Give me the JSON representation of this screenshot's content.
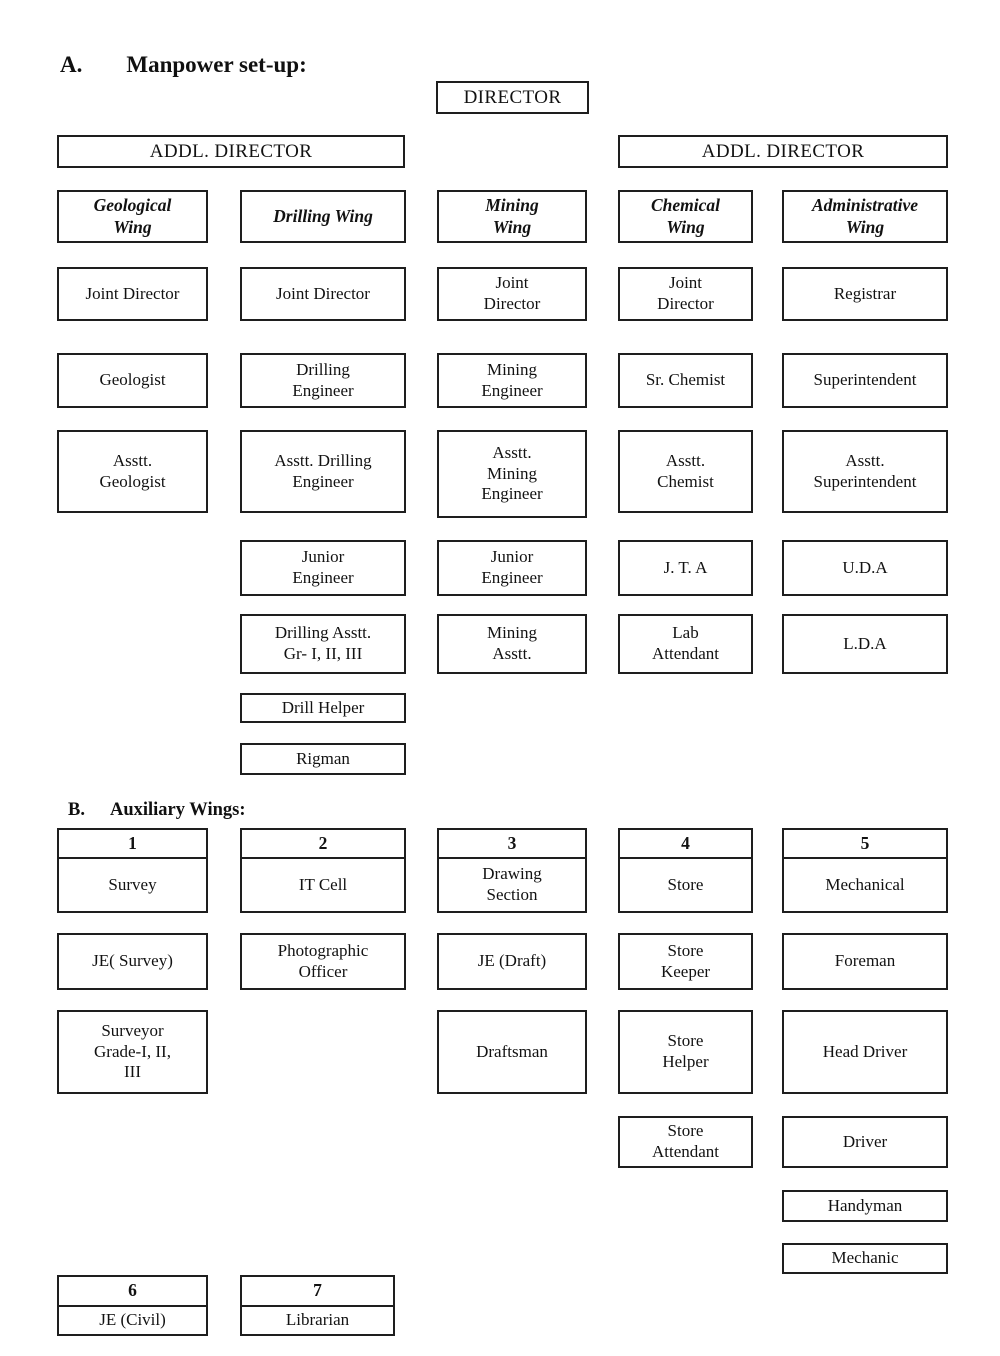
{
  "headings": {
    "a_letter": "A.",
    "a_text": "Manpower set-up:",
    "b_letter": "B.",
    "b_text": "Auxiliary Wings:"
  },
  "top": {
    "director": "DIRECTOR",
    "addl_director_left": "ADDL. DIRECTOR",
    "addl_director_right": "ADDL. DIRECTOR"
  },
  "wings": [
    {
      "name": "Geological\nWing",
      "roles": [
        "Joint Director",
        "Geologist",
        "Asstt.\nGeologist"
      ]
    },
    {
      "name": "Drilling Wing",
      "roles": [
        "Joint Director",
        "Drilling\nEngineer",
        "Asstt. Drilling\nEngineer",
        "Junior\nEngineer",
        "Drilling Asstt.\nGr- I, II, III",
        "Drill Helper",
        "Rigman"
      ]
    },
    {
      "name": "Mining\nWing",
      "roles": [
        "Joint\nDirector",
        "Mining\nEngineer",
        "Asstt.\nMining\nEngineer",
        "Junior\nEngineer",
        "Mining\nAsstt."
      ]
    },
    {
      "name": "Chemical\nWing",
      "roles": [
        "Joint\nDirector",
        "Sr. Chemist",
        "Asstt.\nChemist",
        "J. T. A",
        "Lab\nAttendant"
      ]
    },
    {
      "name": "Administrative\nWing",
      "roles": [
        "Registrar",
        "Superintendent",
        "Asstt.\nSuperintendent",
        "U.D.A",
        "L.D.A"
      ]
    }
  ],
  "auxiliary_wings": [
    {
      "number": "1",
      "name": "Survey",
      "roles": [
        "JE( Survey)",
        "Surveyor\nGrade-I, II,\nIII"
      ]
    },
    {
      "number": "2",
      "name": "IT Cell",
      "roles": [
        "Photographic\nOfficer"
      ]
    },
    {
      "number": "3",
      "name": "Drawing\nSection",
      "roles": [
        "JE (Draft)",
        "Draftsman"
      ]
    },
    {
      "number": "4",
      "name": "Store",
      "roles": [
        "Store\nKeeper",
        "Store\nHelper",
        "Store\nAttendant"
      ]
    },
    {
      "number": "5",
      "name": "Mechanical",
      "roles": [
        "Foreman",
        "Head Driver",
        "Driver",
        "Handyman",
        "Mechanic"
      ]
    },
    {
      "number": "6",
      "name": "JE (Civil)",
      "roles": []
    },
    {
      "number": "7",
      "name": "Librarian",
      "roles": []
    }
  ]
}
